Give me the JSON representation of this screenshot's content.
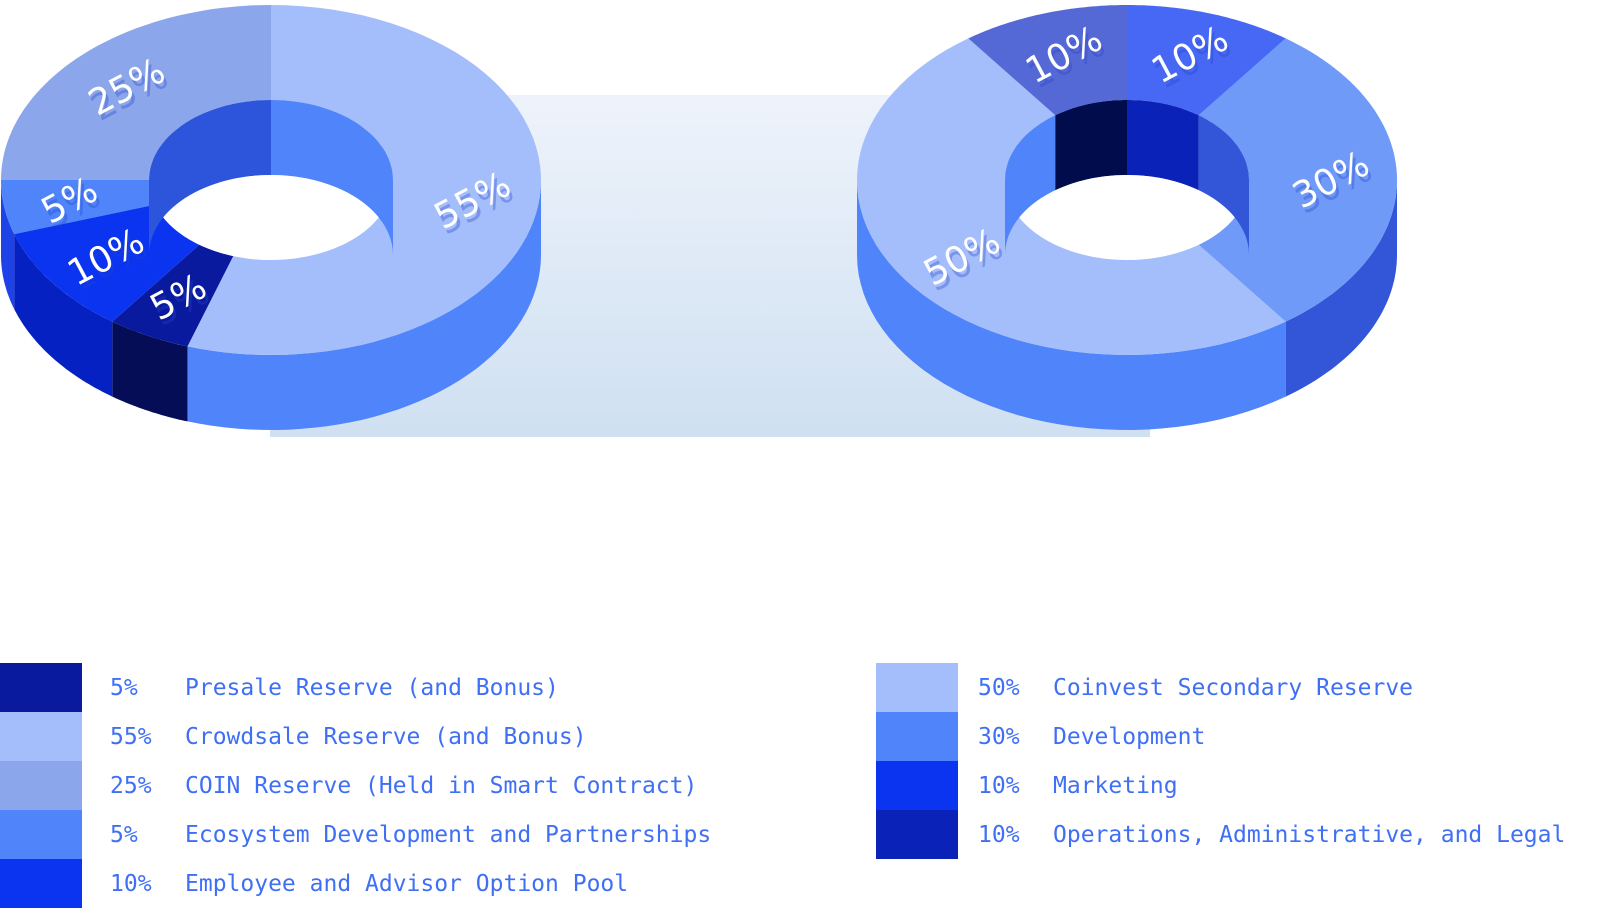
{
  "chart_data": [
    {
      "type": "pie",
      "style": "3d-donut",
      "categories": [
        "Presale Reserve (and Bonus)",
        "Crowdsale Reserve (and Bonus)",
        "COIN Reserve (Held in Smart Contract)",
        "Ecosystem Development and Partnerships",
        "Employee and Advisor Option Pool"
      ],
      "values": [
        5,
        55,
        25,
        5,
        10
      ],
      "value_labels": [
        "5%",
        "55%",
        "25%",
        "5%",
        "10%"
      ],
      "colors": [
        "#0a1a9e",
        "#a4bdfb",
        "#8ca6ec",
        "#4f84fb",
        "#0a34f0"
      ],
      "side_colors": [
        "#040d55",
        "#4f84fb",
        "#2c4fd3",
        "#1e42e8",
        "#0621c2"
      ],
      "inner_colors": [
        "#3b63e4",
        "#4f84fb",
        "#2c55dc",
        "#2c55dc",
        "#2c55dc"
      ],
      "legend": "bottom"
    },
    {
      "type": "pie",
      "style": "3d-donut",
      "categories": [
        "Coinvest Secondary Reserve",
        "Development",
        "Marketing",
        "Operations, Administrative, and Legal"
      ],
      "values": [
        50,
        30,
        10,
        10
      ],
      "value_labels": [
        "50%",
        "30%",
        "10%",
        "10%"
      ],
      "colors": [
        "#a4bdfb",
        "#4f84fb",
        "#0a34f0",
        "#0a22b8"
      ],
      "side_colors": [
        "#4f84fb",
        "#3355d8",
        "#0a22b8",
        "#040d55"
      ],
      "inner_colors": [
        "#4f84fb",
        "#3355d8",
        "#0a22b8",
        "#000c4c"
      ],
      "top_colors": [
        "#a4bdfb",
        "#6f9af8",
        "#4668f5",
        "#5569d6"
      ],
      "legend": "bottom"
    }
  ]
}
